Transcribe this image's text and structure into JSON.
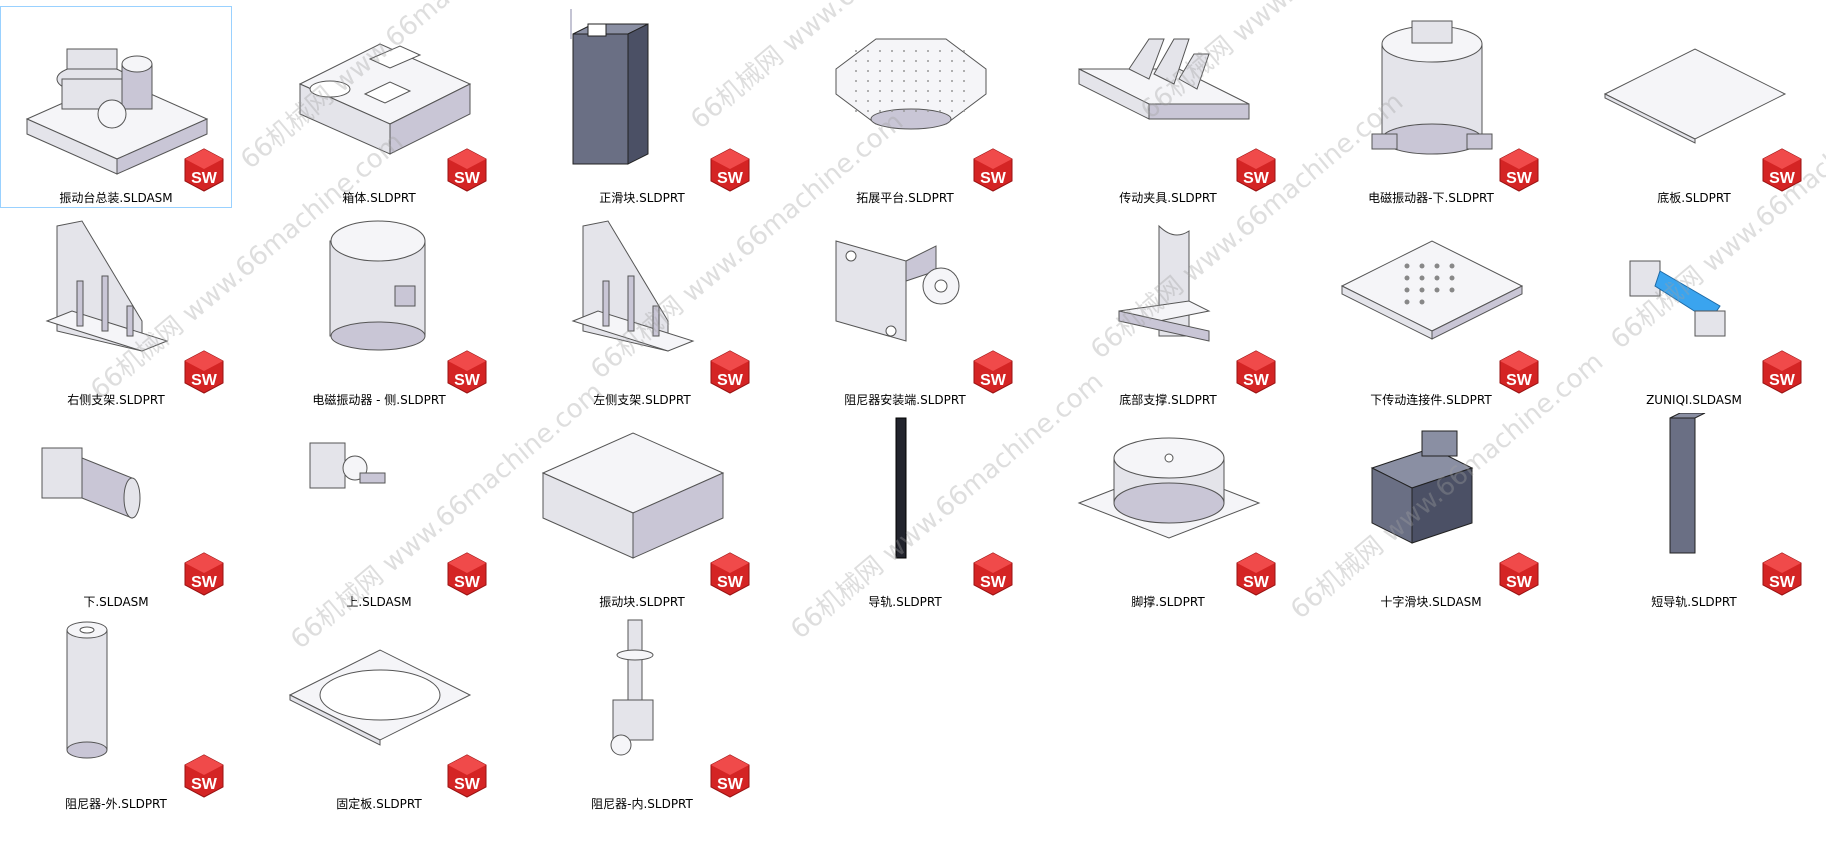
{
  "explorer": {
    "view": "large-icons",
    "file_type_badge": {
      "icon": "solidworks-sw-icon",
      "text": "SW",
      "color": "#d42424"
    },
    "items": [
      {
        "name": "振动台总装.SLDASM",
        "model": "assembly",
        "selected": true
      },
      {
        "name": "箱体.SLDPRT",
        "model": "box-with-cutouts"
      },
      {
        "name": "正滑块.SLDPRT",
        "model": "slider-block"
      },
      {
        "name": "拓展平台.SLDPRT",
        "model": "octagon-platform"
      },
      {
        "name": "传动夹具.SLDPRT",
        "model": "fixture"
      },
      {
        "name": "电磁振动器-下.SLDPRT",
        "model": "cylinder-feet"
      },
      {
        "name": "底板.SLDPRT",
        "model": "flat-plate"
      },
      {
        "name": "右侧支架.SLDPRT",
        "model": "side-bracket"
      },
      {
        "name": "电磁振动器 - 侧.SLDPRT",
        "model": "cylinder"
      },
      {
        "name": "左侧支架.SLDPRT",
        "model": "side-bracket"
      },
      {
        "name": "阻尼器安装端.SLDPRT",
        "model": "mount-end"
      },
      {
        "name": "底部支撑.SLDPRT",
        "model": "support"
      },
      {
        "name": "下传动连接件.SLDPRT",
        "model": "holed-plate"
      },
      {
        "name": "ZUNIQI.SLDASM",
        "model": "damper-assy"
      },
      {
        "name": "下.SLDASM",
        "model": "damper-lower"
      },
      {
        "name": "上.SLDASM",
        "model": "damper-upper"
      },
      {
        "name": "振动块.SLDPRT",
        "model": "big-block"
      },
      {
        "name": "导轨.SLDPRT",
        "model": "rail-long"
      },
      {
        "name": "脚撑.SLDPRT",
        "model": "foot"
      },
      {
        "name": "十字滑块.SLDASM",
        "model": "cross-slider"
      },
      {
        "name": "短导轨.SLDPRT",
        "model": "rail-short"
      },
      {
        "name": "阻尼器-外.SLDPRT",
        "model": "tube"
      },
      {
        "name": "固定板.SLDPRT",
        "model": "ring-plate"
      },
      {
        "name": "阻尼器-内.SLDPRT",
        "model": "rod"
      }
    ]
  },
  "watermark": {
    "text": "66machine.com",
    "prefix": "www.",
    "cn": "66机械网"
  }
}
